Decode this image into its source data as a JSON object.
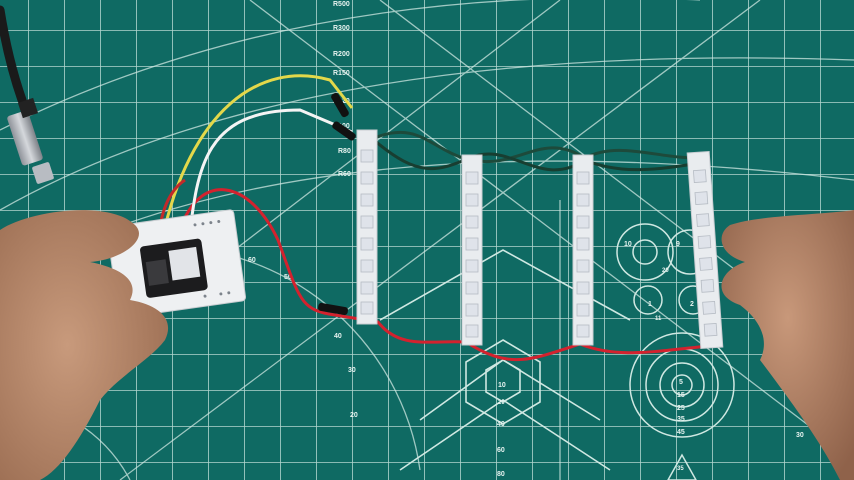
{
  "scene": {
    "description": "Top-down photo of four short addressable LED strips wired together on a green cutting mat, connected to a microcontroller on a mini breadboard held by two hands",
    "colors": {
      "mat": "#0f6a63",
      "grid": "#cfe8e2",
      "strip": "#e9ecef",
      "led": "#dfe3ea",
      "wire_red": "#d3222e",
      "wire_green": "#1d4a3b",
      "wire_yellow": "#e3d84a",
      "wire_white": "#f4f4f4",
      "skin": "#b9876a",
      "breadboard": "#eef0f2"
    }
  },
  "mat_labels": {
    "resistor_scale": [
      "R500",
      "R300",
      "R200",
      "R150",
      "R120",
      "R100",
      "R80",
      "R60"
    ],
    "left_circles": [
      "10",
      "9",
      "20",
      "1",
      "2",
      "11"
    ],
    "hexagon_scale": [
      "10",
      "20",
      "40",
      "60",
      "80"
    ],
    "right_bullseye": [
      "5",
      "15",
      "25",
      "35",
      "45"
    ],
    "bottom_right_triangle": [
      "35"
    ],
    "arc_ticks": [
      "60",
      "50",
      "40",
      "30",
      "20"
    ],
    "corner_label": "30"
  },
  "objects": {
    "led_strips": [
      {
        "name": "strip-1",
        "led_count": 8
      },
      {
        "name": "strip-2",
        "led_count": 8
      },
      {
        "name": "strip-3",
        "led_count": 8
      },
      {
        "name": "strip-4",
        "led_count": 8
      }
    ],
    "usb_cable": "USB-C cable",
    "breadboard": "mini breadboard with microcontroller"
  }
}
